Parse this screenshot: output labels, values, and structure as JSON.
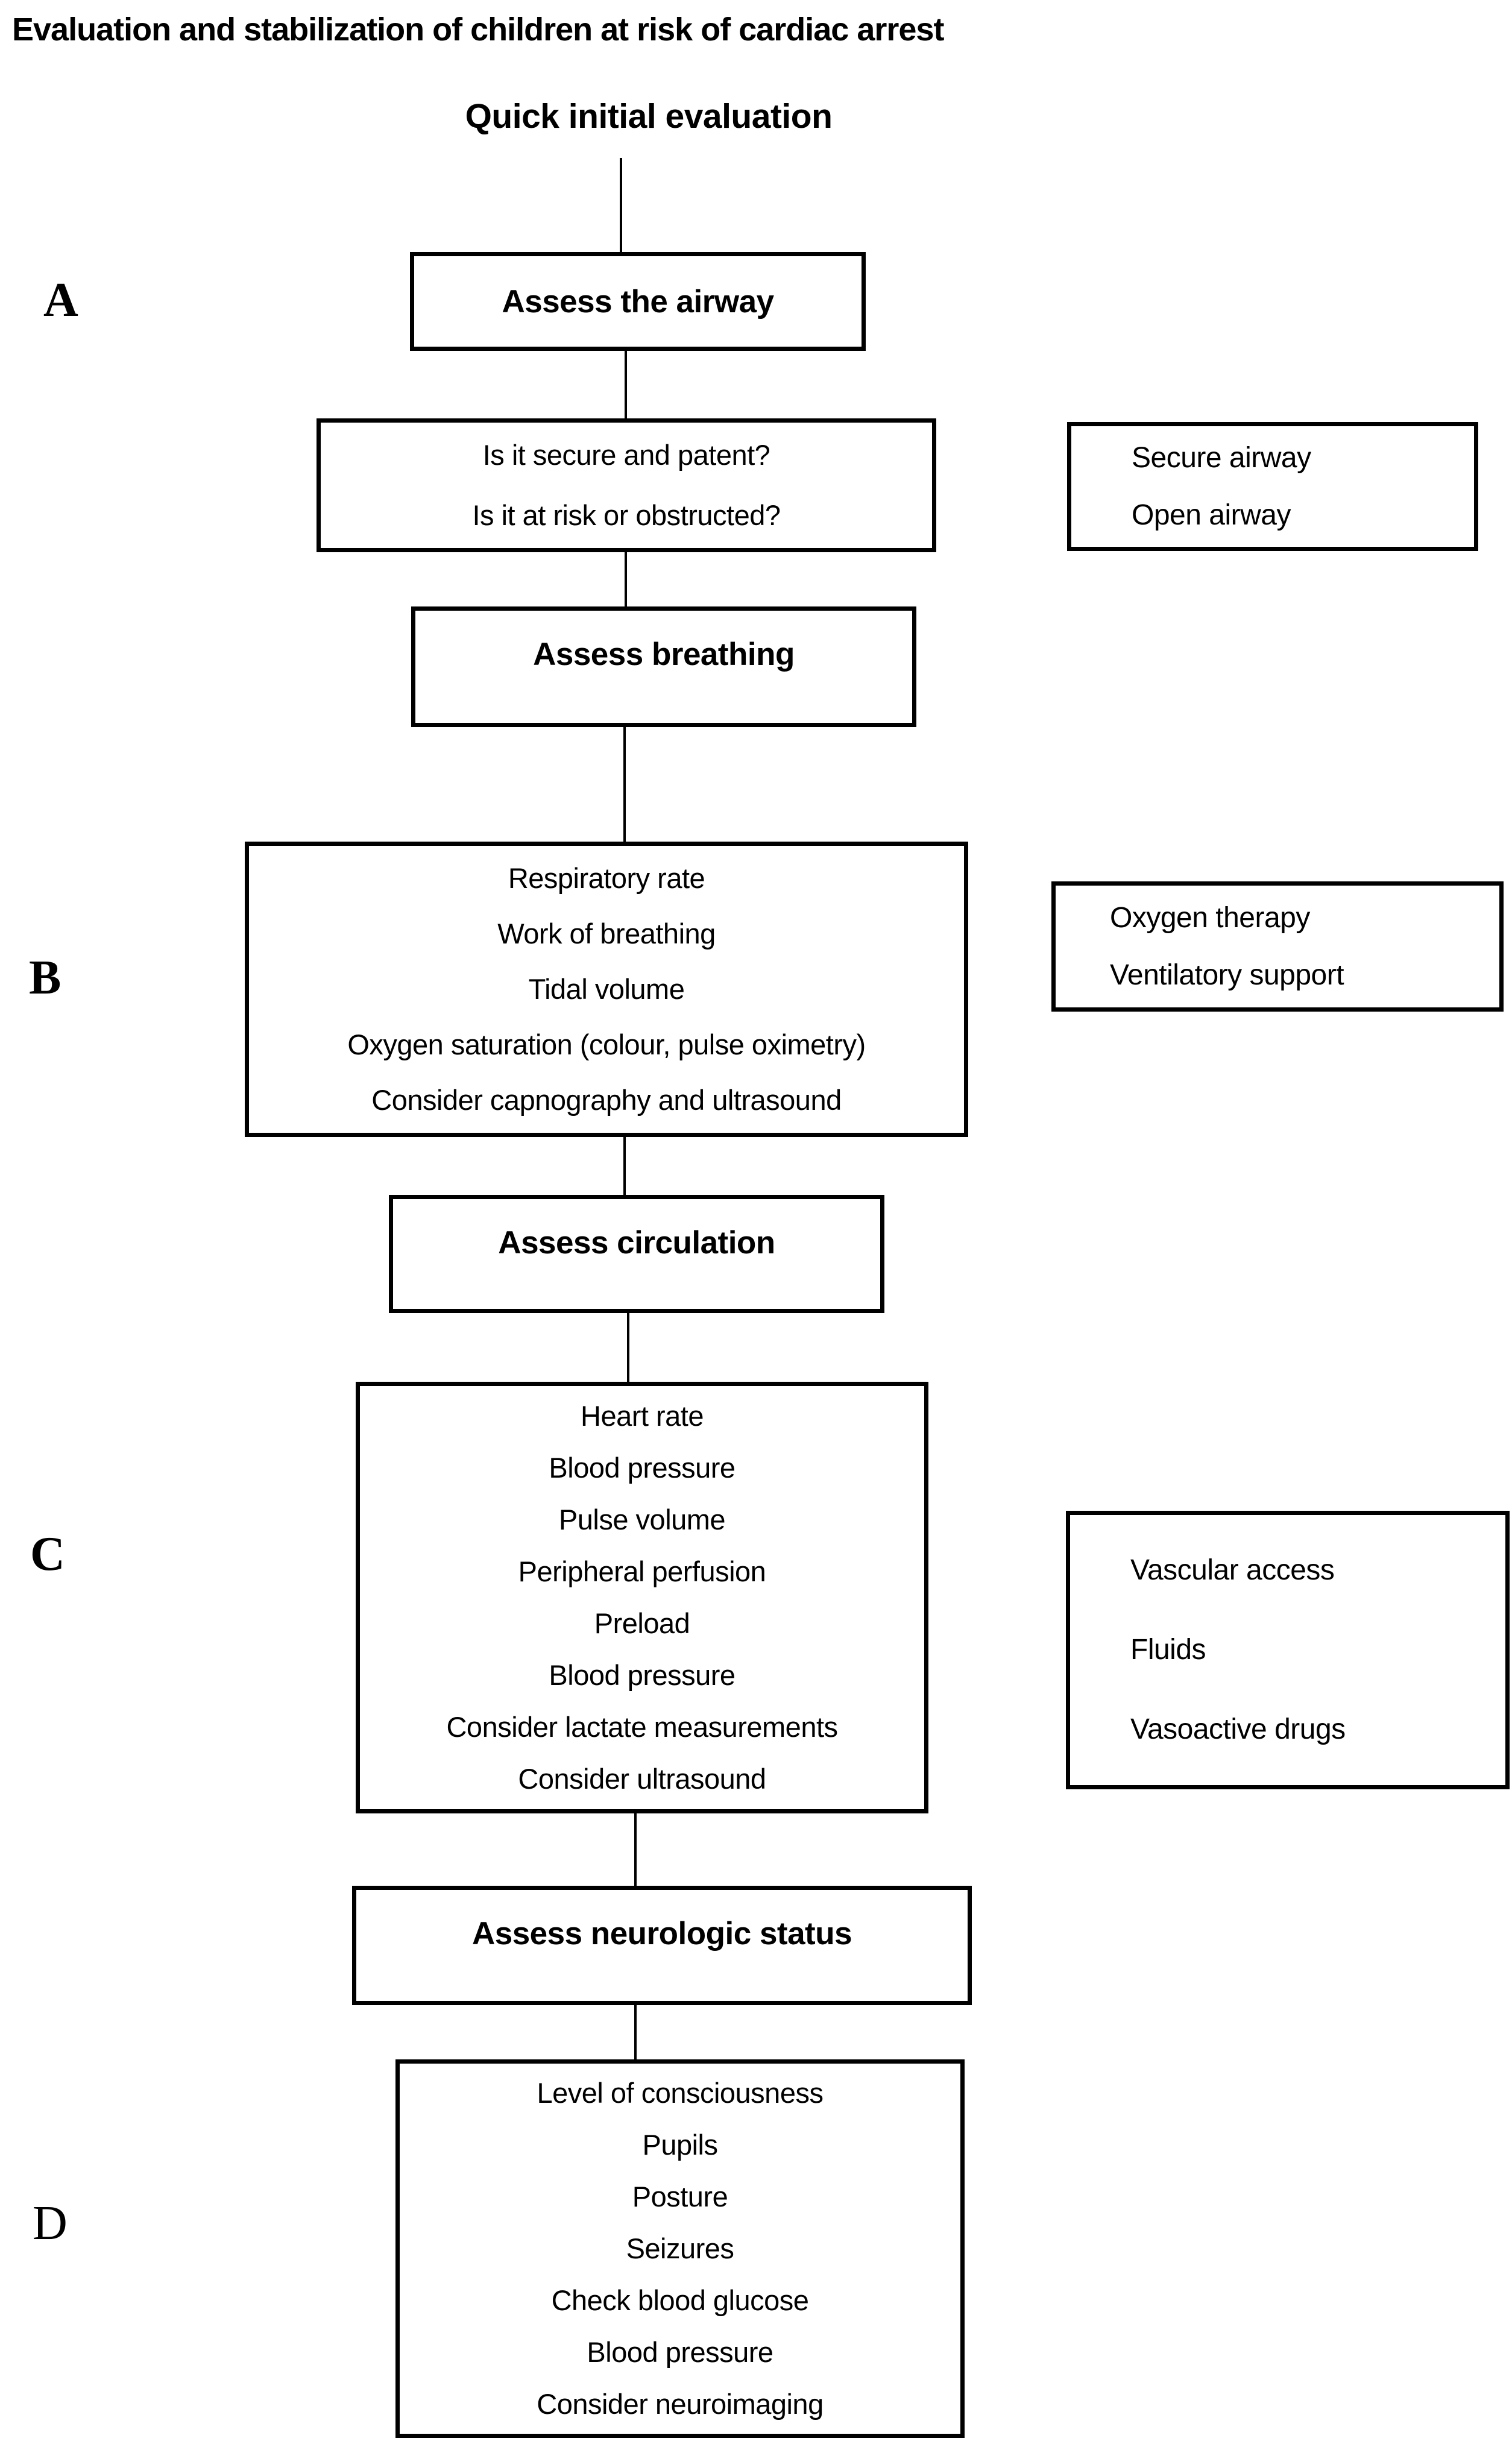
{
  "title": "Evaluation and stabilization of children at risk of cardiac arrest",
  "heading": "Quick initial evaluation",
  "section_labels": {
    "a": "A",
    "b": "B",
    "c": "C",
    "d": "D"
  },
  "boxes": {
    "assess_airway": {
      "label": "Assess the airway"
    },
    "airway_questions": {
      "lines": [
        "Is it secure and patent?",
        "Is it at risk or obstructed?"
      ]
    },
    "airway_actions": {
      "lines": [
        "Secure airway",
        "Open airway"
      ]
    },
    "assess_breathing": {
      "label": "Assess breathing"
    },
    "breathing_checks": {
      "lines": [
        "Respiratory rate",
        "Work of breathing",
        "Tidal volume",
        "Oxygen saturation (colour, pulse oximetry)",
        "Consider capnography and ultrasound"
      ]
    },
    "breathing_actions": {
      "lines": [
        "Oxygen therapy",
        "Ventilatory support"
      ]
    },
    "assess_circulation": {
      "label": "Assess circulation"
    },
    "circulation_checks": {
      "lines": [
        "Heart rate",
        "Blood pressure",
        "Pulse volume",
        "Peripheral perfusion",
        "Preload",
        "Blood pressure",
        "Consider lactate measurements",
        "Consider ultrasound"
      ]
    },
    "circulation_actions": {
      "lines": [
        "Vascular access",
        "Fluids",
        "Vasoactive drugs"
      ]
    },
    "assess_neuro": {
      "label": "Assess neurologic status"
    },
    "neuro_checks": {
      "lines": [
        "Level of consciousness",
        "Pupils",
        "Posture",
        "Seizures",
        "Check blood glucose",
        "Blood pressure",
        "Consider neuroimaging"
      ]
    }
  },
  "colors": {
    "background": "#ffffff",
    "line": "#000000",
    "text": "#000000"
  }
}
